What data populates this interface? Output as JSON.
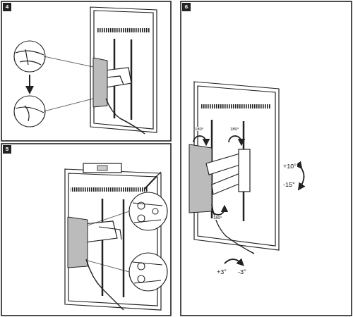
{
  "diagram": {
    "labels": [
      "4",
      "5",
      "6",
      "180°",
      "180°",
      "180°",
      "+10°",
      "-15°",
      "+3°",
      "-3°"
    ]
  }
}
